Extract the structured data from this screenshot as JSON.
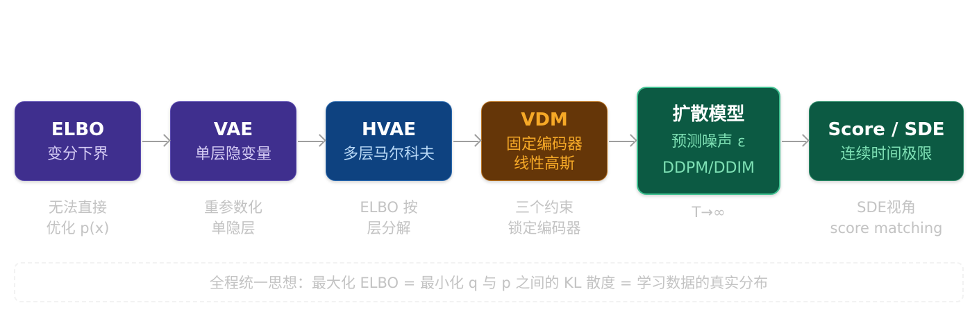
{
  "colors": {
    "elbo_bg": "#3f2f8e",
    "vae_bg": "#3f2f8e",
    "hvae_bg": "#0e4280",
    "vdm_bg": "#653608",
    "diffusion_bg": "#0c5a43",
    "score_bg": "#0c5a43",
    "light_text": "#d5ccf4",
    "blue_text": "#b9d9f6",
    "orange_text": "#f6a927",
    "green_text": "#7ee0b4",
    "caption": "#c3c3c3",
    "arrow": "#9e9e9e"
  },
  "nodes": [
    {
      "title": "ELBO",
      "subtitle": "变分下界",
      "caption": [
        "无法直接",
        "优化 p(x)"
      ]
    },
    {
      "title": "VAE",
      "subtitle": "单层隐变量",
      "caption": [
        "重参数化",
        "单隐层"
      ]
    },
    {
      "title": "HVAE",
      "subtitle": "多层马尔科夫",
      "caption": [
        "ELBO 按",
        "层分解"
      ]
    },
    {
      "title": "VDM",
      "subtitle": [
        "固定编码器",
        "线性高斯"
      ],
      "caption": [
        "三个约束",
        "锁定编码器"
      ]
    },
    {
      "title": "扩散模型",
      "subtitle": [
        "预测噪声 ε",
        "DDPM/DDIM"
      ],
      "caption": [
        "T→∞"
      ]
    },
    {
      "title": "Score / SDE",
      "subtitle": "连续时间极限",
      "caption": [
        "SDE视角",
        "score matching"
      ]
    }
  ],
  "footer": "全程统一思想：最大化 ELBO = 最小化 q 与 p 之间的 KL 散度 = 学习数据的真实分布"
}
